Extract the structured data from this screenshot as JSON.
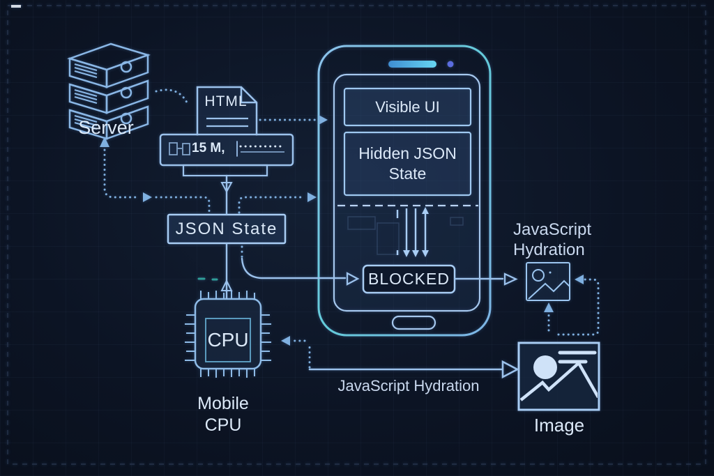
{
  "colors": {
    "background": "#0c1424",
    "line_blue": "#8ab7e6",
    "box_border": "#a9cdf4",
    "text_primary": "#dce9f8",
    "text_secondary": "#c9d8ee",
    "accent_cyan": "#5bcdf0",
    "accent_indigo": "#5b6cde",
    "image_fill": "#cfe2f8"
  },
  "nodes": {
    "server": {
      "label": "Server",
      "icon": "server-stack-icon"
    },
    "html_document": {
      "label": "HTML",
      "icon": "html-document-icon"
    },
    "payload_bar": {
      "size_label": "15 M,",
      "icon": "download-size-bar"
    },
    "json_state": {
      "label": "JSON State"
    },
    "phone": {
      "icon": "smartphone-icon",
      "visible_ui_label": "Visible UI",
      "hidden_json_line1": "Hidden JSON",
      "hidden_json_line2": "State",
      "blocked_label": "BLOCKED"
    },
    "cpu": {
      "chip_label": "CPU",
      "caption_line1": "Mobile",
      "caption_line2": "CPU",
      "icon": "cpu-chip-icon"
    },
    "hydration_target": {
      "caption_line1": "JavaScript",
      "caption_line2": "Hydration",
      "icon": "image-placeholder-icon"
    },
    "image": {
      "label": "Image",
      "icon": "image-icon"
    }
  },
  "edges": {
    "bottom_flow_label": "JavaScript Hydration"
  }
}
